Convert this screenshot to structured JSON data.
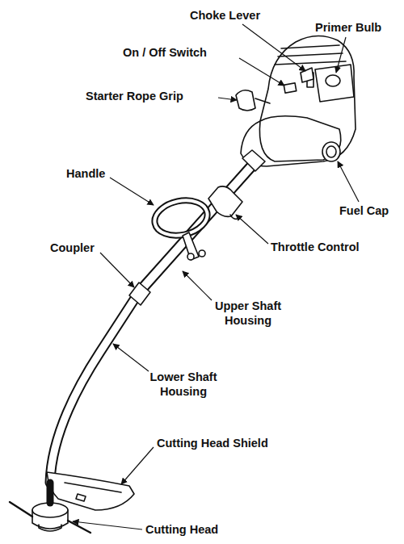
{
  "diagram": {
    "labels": [
      "Choke Lever",
      "Primer Bulb",
      "On / Off Switch",
      "Starter Rope Grip",
      "Handle",
      "Fuel Cap",
      "Throttle Control",
      "Coupler",
      "Upper Shaft Housing",
      "Lower Shaft Housing",
      "Cutting Head Shield",
      "Cutting Head"
    ]
  }
}
